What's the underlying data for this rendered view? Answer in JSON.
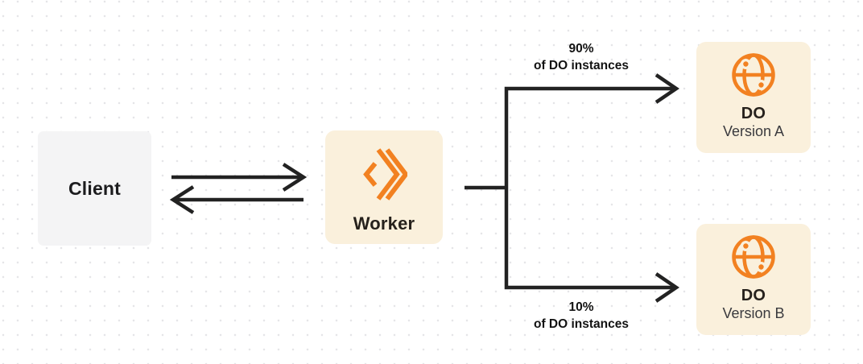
{
  "diagram": {
    "nodes": {
      "client": {
        "label": "Client"
      },
      "worker": {
        "label": "Worker"
      },
      "do_version_a": {
        "title": "DO",
        "subtitle": "Version A"
      },
      "do_version_b": {
        "title": "DO",
        "subtitle": "Version B"
      }
    },
    "edges": {
      "top_branch": {
        "percent": "90%",
        "caption": "of DO instances"
      },
      "bottom_branch": {
        "percent": "10%",
        "caption": "of DO instances"
      }
    },
    "icons": {
      "worker_logo": "workers-chevrons-icon",
      "durable_object_a": "globe-icon",
      "durable_object_b": "globe-icon"
    },
    "colors": {
      "accent_orange": "#F28121",
      "node_cream": "#FAF0DC",
      "node_gray": "#F4F4F5",
      "connector": "#222222",
      "text_dark": "#1C1C1E",
      "background": "#FFFFFF",
      "dot_grid": "#E5E5E8"
    }
  }
}
